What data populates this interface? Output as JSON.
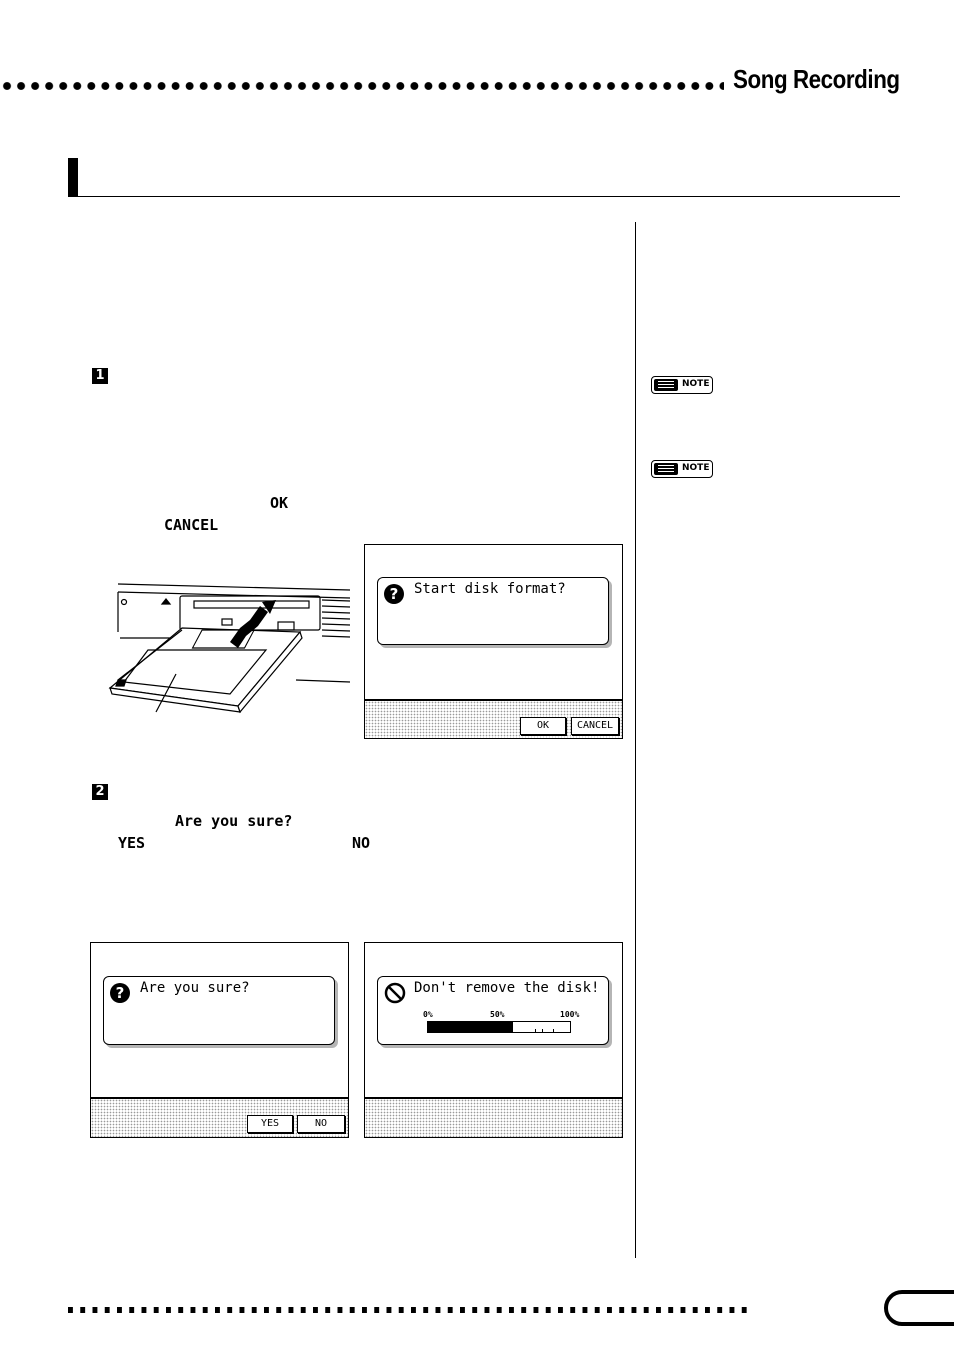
{
  "header": {
    "title": "Song Recording"
  },
  "steps": [
    {
      "number": "1",
      "ok_label": "OK",
      "cancel_label": "CANCEL"
    },
    {
      "number": "2",
      "prompt": "Are you sure?",
      "yes_label": "YES",
      "no_label": "NO"
    }
  ],
  "sidebar": {
    "notes": [
      {
        "label": "NOTE"
      },
      {
        "label": "NOTE"
      }
    ]
  },
  "screens": {
    "format": {
      "message": "Start disk format?",
      "icon": "question-icon",
      "ok": "OK",
      "cancel": "CANCEL"
    },
    "confirm": {
      "message": "Are you sure?",
      "icon": "question-icon",
      "yes": "YES",
      "no": "NO"
    },
    "progress": {
      "message": "Don't remove the disk!",
      "icon": "prohibited-icon",
      "labels": [
        "0%",
        "50%",
        "100%"
      ],
      "progress_percent": 60
    }
  },
  "illustration": {
    "subject": "floppy-disk-insertion"
  }
}
